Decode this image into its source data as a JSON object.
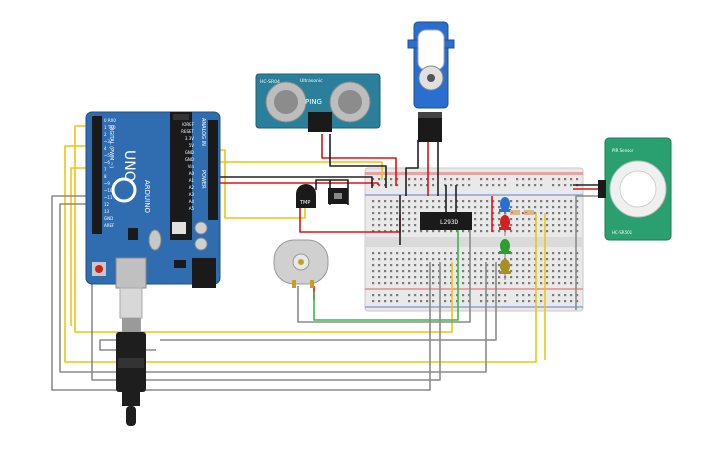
{
  "arduino": {
    "brand": "UNO",
    "logo_text": "ARDUINO",
    "digital_header": "DIGITAL (PWM ~)",
    "power_header": "POWER",
    "analog_header": "ANALOG IN",
    "pin_labels_top": [
      "0 RX0",
      "1 TX0",
      "2",
      "~3",
      "4",
      "~5",
      "~6",
      "7",
      "8",
      "~9",
      "~10",
      "~11",
      "12",
      "13",
      "GND",
      "AREF"
    ],
    "pin_labels_right": [
      "IOREF",
      "RESET",
      "3.3V",
      "5V",
      "GND",
      "GND",
      "Vin",
      "A0",
      "A1",
      "A2",
      "A3",
      "A4",
      "A5"
    ]
  },
  "ultrasonic": {
    "model": "HC-SR04",
    "label": "PING",
    "text": "Ultrasonic"
  },
  "servo": {
    "name": "servo"
  },
  "tmp_sensor": {
    "label": "TMP"
  },
  "driver_ic": {
    "label": "L293D"
  },
  "pir": {
    "label_left": "PIR Sensor",
    "label_right": "HC-SR501"
  },
  "motor": {
    "name": "dc-motor"
  },
  "colors": {
    "wire_red": "#e01010",
    "wire_black": "#202020",
    "wire_yellow": "#f2c40f",
    "wire_green": "#3cb84a",
    "wire_gray": "#8a8a8a",
    "board_blue": "#2f6db0",
    "breadboard": "#e8e8e8",
    "led_blue": "#2a6fd6",
    "led_red": "#d62020",
    "led_green": "#2ca02c",
    "led_yellow": "#a89020"
  },
  "leds": [
    {
      "color": "#2a6fd6"
    },
    {
      "color": "#d62020"
    },
    {
      "color": "#2ca02c"
    },
    {
      "color": "#a89020"
    }
  ]
}
